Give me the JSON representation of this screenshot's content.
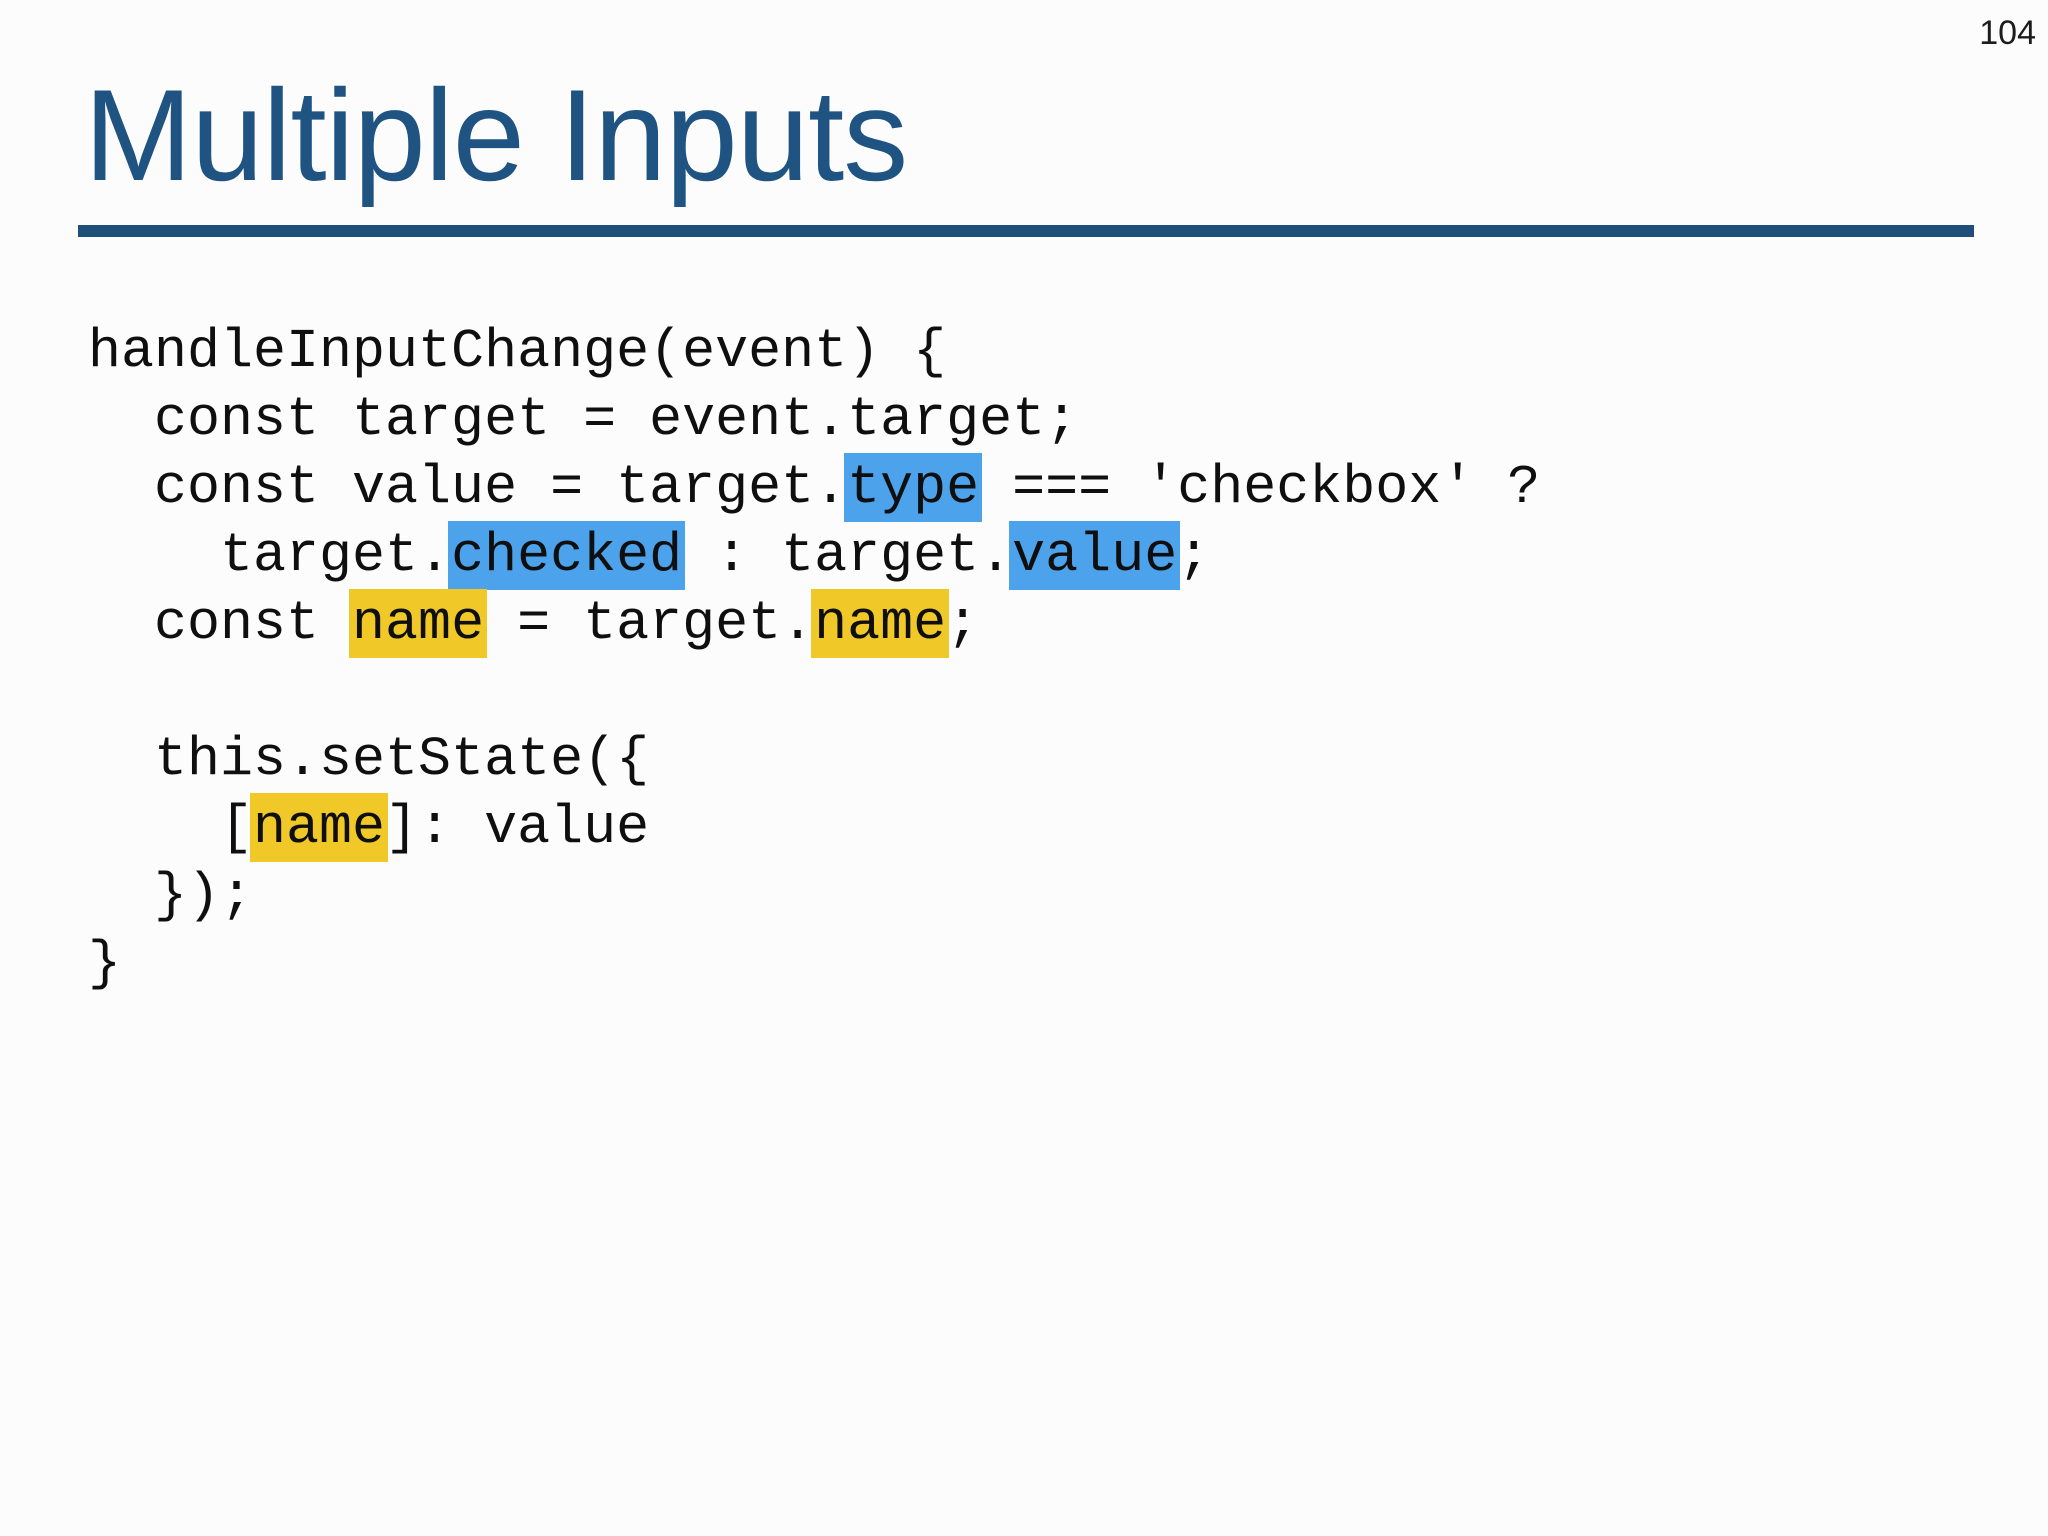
{
  "page": {
    "number": "104"
  },
  "header": {
    "title": "Multiple Inputs"
  },
  "colors": {
    "background": "#FCFCFC",
    "title_blue": "#1F5382",
    "rule_blue": "#1F4E79",
    "highlight_blue": "#4DA2EC",
    "highlight_yellow": "#F0C828",
    "code_text": "#0F0F0F"
  },
  "code": {
    "language": "javascript",
    "lines": [
      [
        {
          "t": "handleInputChange(event) {"
        }
      ],
      [
        {
          "t": "  const target = event.target;"
        }
      ],
      [
        {
          "t": "  const value = target."
        },
        {
          "t": "type",
          "h": "blue"
        },
        {
          "t": " === 'checkbox' ?"
        }
      ],
      [
        {
          "t": "    target."
        },
        {
          "t": "checked",
          "h": "blue"
        },
        {
          "t": " : target."
        },
        {
          "t": "value",
          "h": "blue"
        },
        {
          "t": ";"
        }
      ],
      [
        {
          "t": "  const "
        },
        {
          "t": "name",
          "h": "yellow"
        },
        {
          "t": " = target."
        },
        {
          "t": "name",
          "h": "yellow"
        },
        {
          "t": ";"
        }
      ],
      [
        {
          "t": ""
        }
      ],
      [
        {
          "t": "  this.setState({"
        }
      ],
      [
        {
          "t": "    ["
        },
        {
          "t": "name",
          "h": "yellow"
        },
        {
          "t": "]: value"
        }
      ],
      [
        {
          "t": "  });"
        }
      ],
      [
        {
          "t": "}"
        }
      ]
    ]
  }
}
